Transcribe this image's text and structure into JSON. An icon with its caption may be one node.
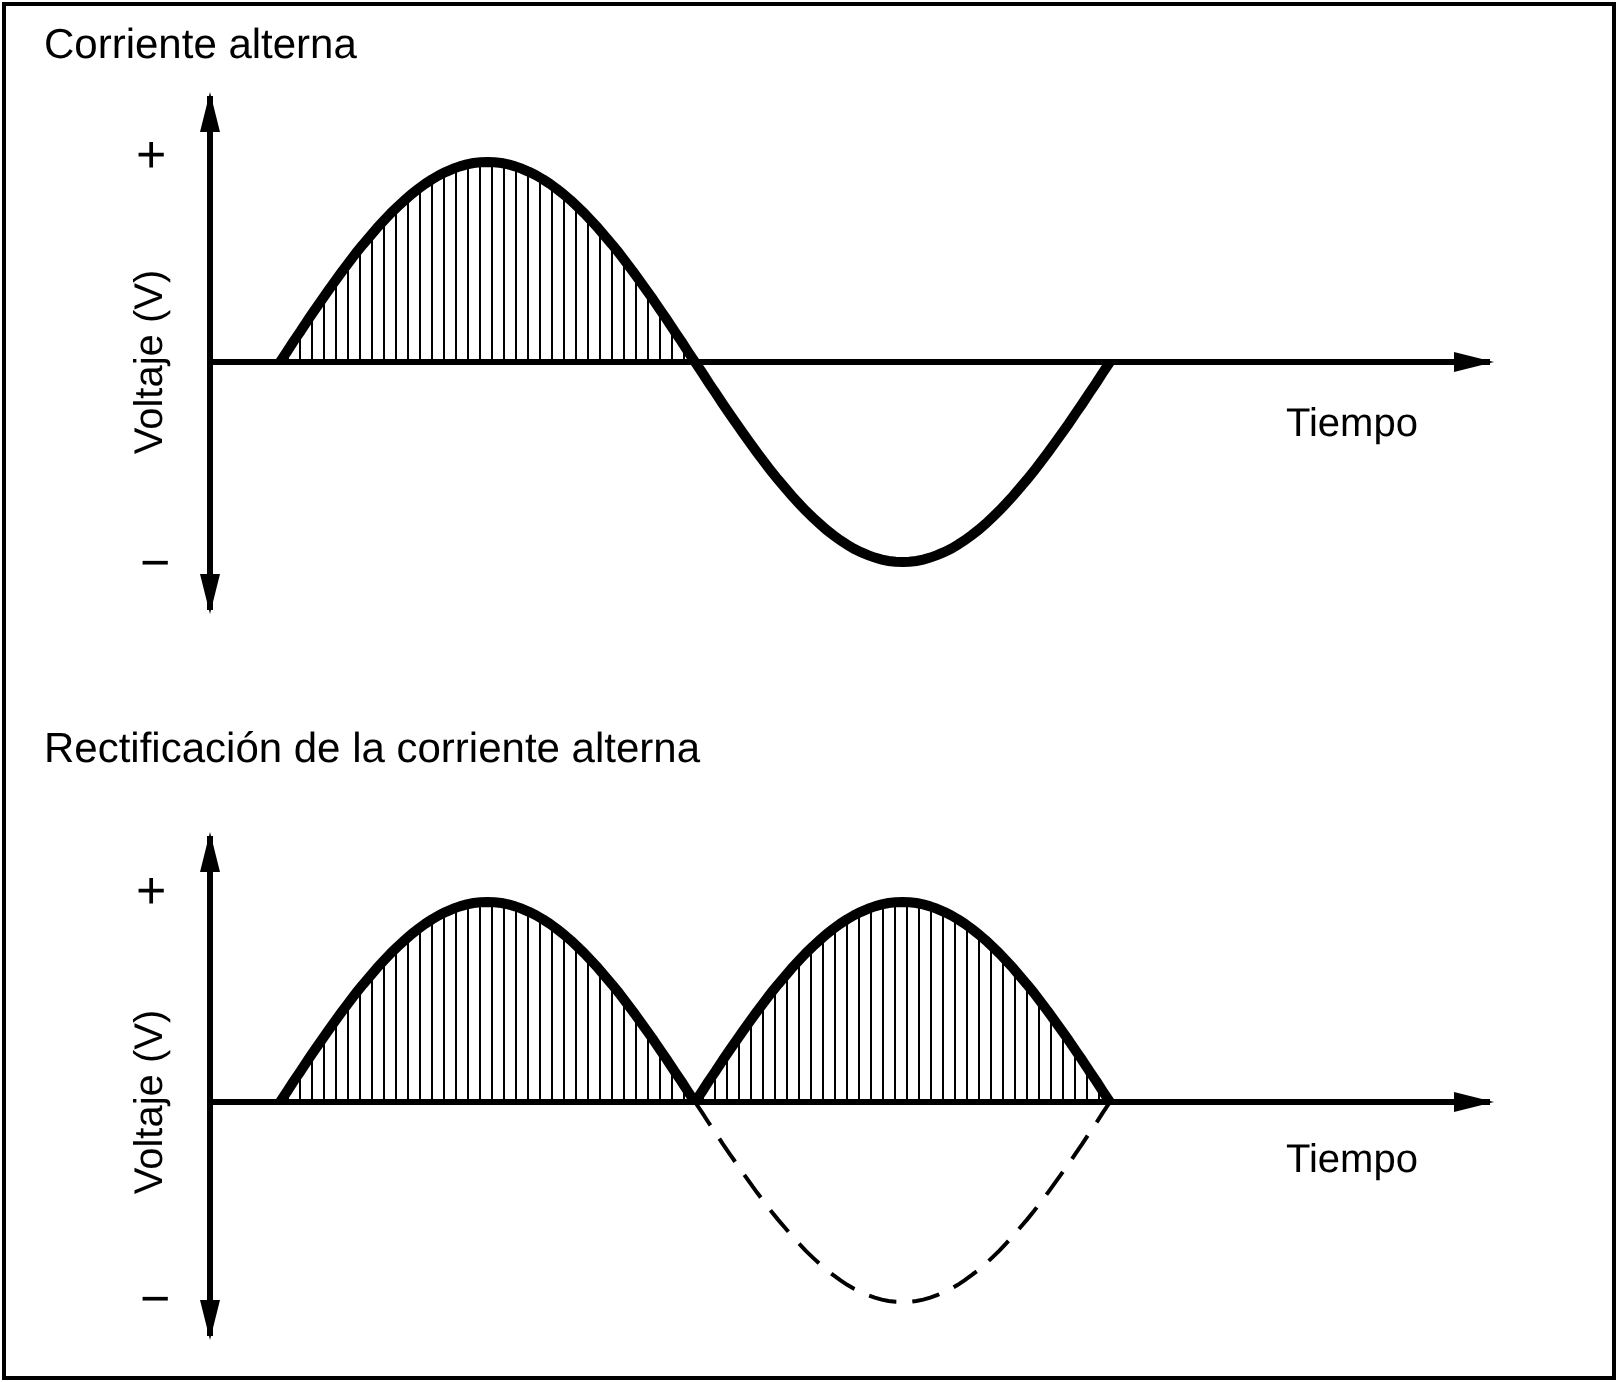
{
  "diagram": {
    "labels": [
      "Corriente alterna",
      "+",
      "Voltaje (V)",
      "Tiempo",
      "−",
      "Rectificación de la corriente alterna",
      "+",
      "Voltaje (V)",
      "Tiempo",
      "−"
    ]
  }
}
